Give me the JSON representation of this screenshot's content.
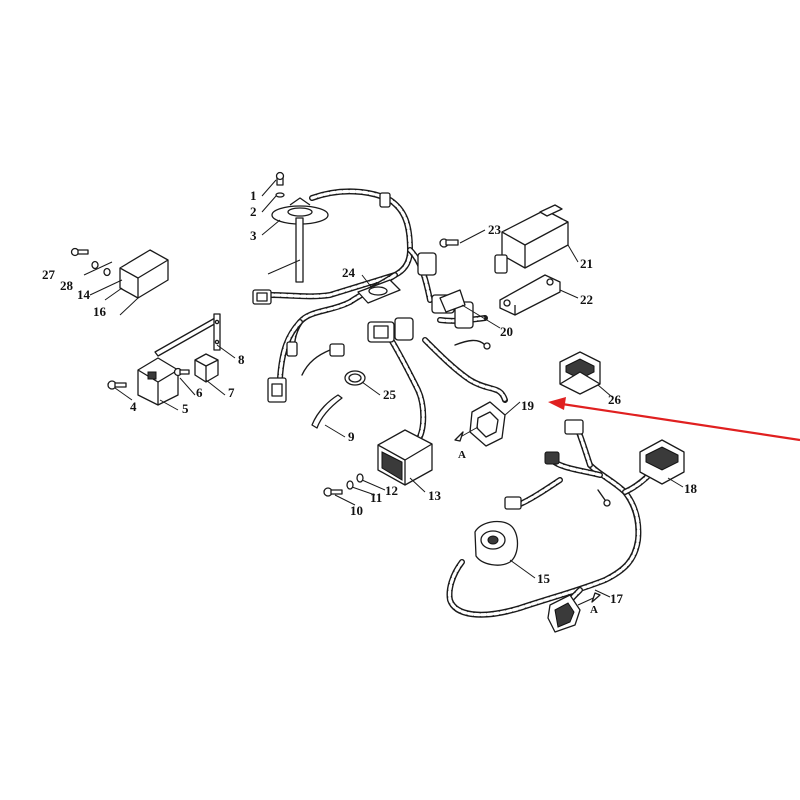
{
  "diagram": {
    "callouts": {
      "c1": "1",
      "c2": "2",
      "c3": "3",
      "c4": "4",
      "c5": "5",
      "c6": "6",
      "c7": "7",
      "c8": "8",
      "c9": "9",
      "c10": "10",
      "c11": "11",
      "c12": "12",
      "c13": "13",
      "c14": "14",
      "c15": "15",
      "c16": "16",
      "c17": "17",
      "c18": "18",
      "c19": "19",
      "c20": "20",
      "c21": "21",
      "c22": "22",
      "c23": "23",
      "c24": "24",
      "c25": "25",
      "c26": "26",
      "c27": "27",
      "c28": "28"
    },
    "view_markers": {
      "left": "A",
      "right": "A"
    },
    "highlight": {
      "target_part": "19",
      "color": "#e02020"
    }
  }
}
